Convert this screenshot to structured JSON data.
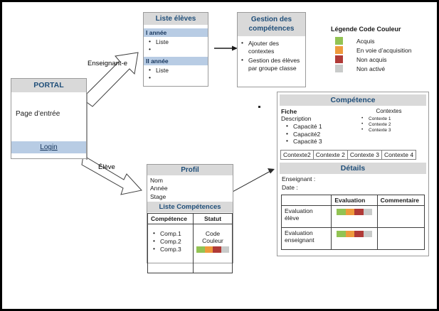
{
  "colors": {
    "header_gray": "#d9d9d9",
    "band_blue": "#b8cce4",
    "title_blue": "#1f4e79",
    "acquis_green": "#92c353",
    "en_voie_orange": "#ee9a3c",
    "non_acquis_red": "#b03a37",
    "non_active_gray": "#c9cbca"
  },
  "portal": {
    "title": "PORTAL",
    "body_text": "Page d’entrée",
    "login_label": "Login"
  },
  "arrows": {
    "enseignant_label": "Enseignant-e",
    "eleve_label": "Élève"
  },
  "liste_eleves": {
    "title": "Liste élèves",
    "groups": [
      {
        "band": "I année",
        "items": [
          "Liste",
          ""
        ]
      },
      {
        "band": "II année",
        "items": [
          "Liste",
          ""
        ]
      }
    ]
  },
  "gestion": {
    "title_line1": "Gestion des",
    "title_line2": "compétences",
    "items": [
      "Ajouter des contextes",
      "Gestion des élèves par groupe classe"
    ]
  },
  "legend": {
    "title": "Légende Code Couleur",
    "entries": [
      {
        "label": "Acquis",
        "color": "#92c353"
      },
      {
        "label": "En voie d’acquisition",
        "color": "#ee9a3c"
      },
      {
        "label": " Non acquis",
        "color": "#b03a37"
      },
      {
        "label": "Non activé",
        "color": "#c9cbca"
      }
    ]
  },
  "profil": {
    "title": "Profil",
    "fields": [
      "Nom",
      "Année",
      "Stage"
    ],
    "liste_competences_title": "Liste Compétences",
    "table": {
      "headers": [
        "Compétence",
        "Statut"
      ],
      "competences": [
        "Comp.1",
        "Comp.2",
        "Comp.3"
      ],
      "statut_line1": "Code",
      "statut_line2": "Couleur"
    }
  },
  "competence": {
    "title": "Compétence",
    "fiche_label": "Fiche",
    "description_label": "Description",
    "capacites": [
      "Capacité 1",
      "Capacité2",
      "Capacité 3"
    ],
    "contextes_title": "Contextes",
    "contextes": [
      "Contexte 1",
      "Contexte 2",
      "Contexte 3"
    ],
    "tabs": [
      "Contexte2",
      "Contexte 2",
      "Contexte 3",
      "Contexte 4"
    ]
  },
  "details": {
    "title": "Détails",
    "enseignant_label": "Enseignant :",
    "date_label": "Date :",
    "table": {
      "headers": [
        "",
        "Evaluation",
        "Commentaire"
      ],
      "rows": [
        {
          "label_line1": "Evaluation",
          "label_line2": "élève",
          "evaluation": "color-bar",
          "commentaire": ""
        },
        {
          "label_line1": "Evaluation",
          "label_line2": "enseignant",
          "evaluation": "color-bar",
          "commentaire": ""
        }
      ]
    }
  }
}
